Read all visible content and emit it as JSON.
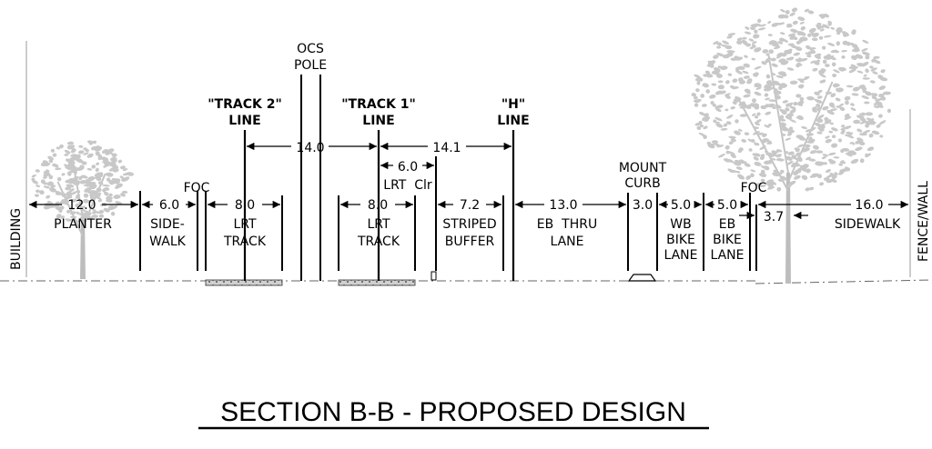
{
  "title": "SECTION B-B - PROPOSED DESIGN",
  "side_labels": {
    "left": "BUILDING",
    "right": "FENCE/WALL"
  },
  "reference_lines": {
    "ocs_pole": [
      "OCS",
      "POLE"
    ],
    "track2": [
      "\"TRACK 2\"",
      "LINE"
    ],
    "track1": [
      "\"TRACK 1\"",
      "LINE"
    ],
    "h_line": [
      "\"H\"",
      "LINE"
    ]
  },
  "top_dimensions": {
    "ocs_to_track": "14.0",
    "track1_to_h": "14.1",
    "lrt_clearance": "6.0",
    "lrt_clearance_label": "LRT  Clr"
  },
  "segments": {
    "planter": {
      "value": "12.0",
      "label": [
        "PLANTER"
      ]
    },
    "sidewalk_left": {
      "value": "6.0",
      "label": [
        "SIDE-",
        "WALK"
      ]
    },
    "lrt_track_2": {
      "value": "8.0",
      "label": [
        "LRT",
        "TRACK"
      ]
    },
    "lrt_track_1": {
      "value": "8.0",
      "label": [
        "LRT",
        "TRACK"
      ]
    },
    "striped_buffer": {
      "value": "7.2",
      "label": [
        "STRIPED",
        "BUFFER"
      ]
    },
    "eb_thru_lane": {
      "value": "13.0",
      "label": [
        "EB  THRU",
        "LANE"
      ]
    },
    "mount_curb": {
      "value": "3.0",
      "label": [
        "MOUNT",
        "CURB"
      ]
    },
    "wb_bike_lane": {
      "value": "5.0",
      "label": [
        "WB",
        "BIKE",
        "LANE"
      ]
    },
    "eb_bike_lane": {
      "value": "5.0",
      "label": [
        "EB",
        "BIKE",
        "LANE"
      ]
    },
    "foc_offset": {
      "value": "3.7"
    },
    "sidewalk_right": {
      "value": "16.0",
      "label": [
        "SIDEWALK"
      ]
    }
  },
  "foc_labels": [
    "FOC",
    "FOC"
  ]
}
